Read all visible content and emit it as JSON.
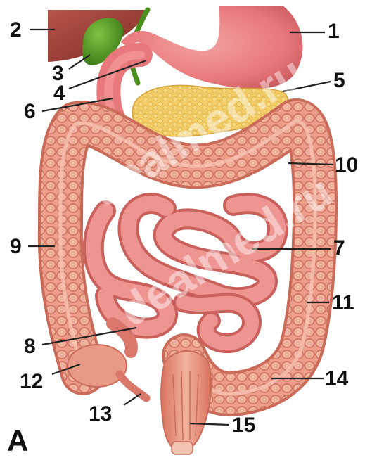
{
  "colors": {
    "liver": "#a3443a",
    "gallbladder": "#4a8f1e",
    "stomach": "#e8777a",
    "pancreas": "#f0c65a",
    "intestine": "#e98a86",
    "intestine_shade": "#c9605c",
    "colon": "#e99a86",
    "colon_shade": "#c96b58",
    "leader": "#222222"
  },
  "watermark": "dealmed.ru",
  "panel_letter": "A",
  "labels": [
    {
      "id": "1",
      "text": "1",
      "part": "stomach"
    },
    {
      "id": "2",
      "text": "2",
      "part": "liver"
    },
    {
      "id": "3",
      "text": "3",
      "part": "gallbladder"
    },
    {
      "id": "4",
      "text": "4",
      "part": "pylorus"
    },
    {
      "id": "5",
      "text": "5",
      "part": "pancreas"
    },
    {
      "id": "6",
      "text": "6",
      "part": "duodenum"
    },
    {
      "id": "7",
      "text": "7",
      "part": "jejunum"
    },
    {
      "id": "8",
      "text": "8",
      "part": "ileum"
    },
    {
      "id": "9",
      "text": "9",
      "part": "ascending-colon"
    },
    {
      "id": "10",
      "text": "10",
      "part": "transverse-colon"
    },
    {
      "id": "11",
      "text": "11",
      "part": "descending-colon"
    },
    {
      "id": "12",
      "text": "12",
      "part": "cecum"
    },
    {
      "id": "13",
      "text": "13",
      "part": "appendix"
    },
    {
      "id": "14",
      "text": "14",
      "part": "sigmoid-colon"
    },
    {
      "id": "15",
      "text": "15",
      "part": "rectum"
    }
  ]
}
